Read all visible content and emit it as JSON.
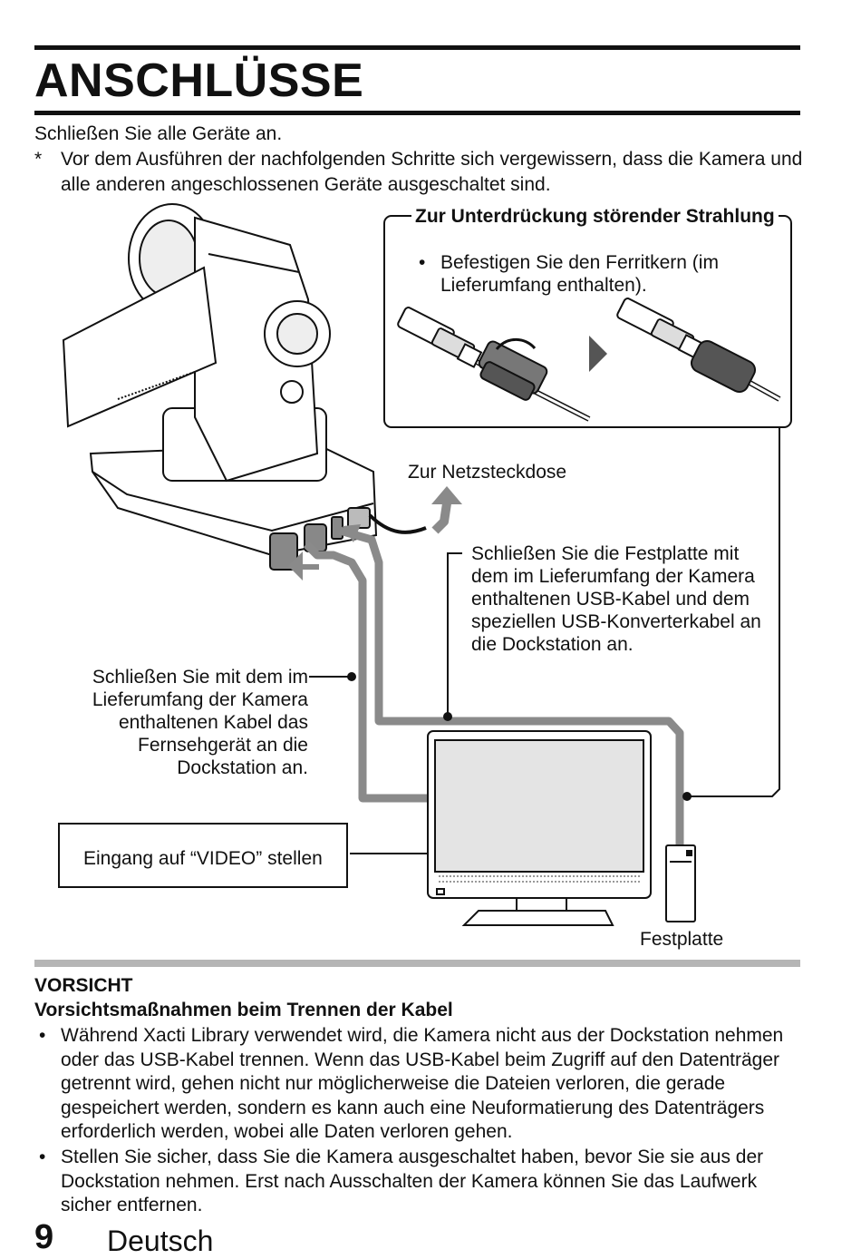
{
  "page": {
    "title": "ANSCHLÜSSE",
    "intro": "Schließen Sie alle Geräte an.",
    "note_marker": "*",
    "note": "Vor dem Ausführen der nachfolgenden Schritte sich vergewissern, dass die Kamera und alle anderen angeschlossenen Geräte ausgeschaltet sind."
  },
  "diagram": {
    "ferrite_box_title": "Zur Unterdrückung störender Strahlung",
    "ferrite_item": "Befestigen Sie den Ferritkern (im Lieferumfang enthalten).",
    "power_label": "Zur Netzsteckdose",
    "hdd_instruction": "Schließen Sie die Festplatte mit dem im Lieferumfang der Kamera enthaltenen USB-Kabel und dem speziellen USB-Konverterkabel an die Dockstation an.",
    "tv_instruction": "Schließen Sie mit dem im Lieferumfang der Kamera enthaltenen Kabel das Fernsehgerät an die Dockstation an.",
    "video_input": "Eingang auf “VIDEO” stellen",
    "hdd_label": "Festplatte"
  },
  "caution": {
    "heading": "VORSICHT",
    "subheading": "Vorsichtsmaßnahmen beim Trennen der Kabel",
    "bullets": [
      "Während Xacti Library verwendet wird, die Kamera nicht aus der Dockstation nehmen oder das USB-Kabel trennen. Wenn das USB-Kabel beim Zugriff auf den Datenträger getrennt wird, gehen nicht nur möglicherweise die Dateien verloren, die gerade gespeichert werden, sondern es kann auch eine Neuformatierung des Datenträgers erforderlich werden, wobei alle Daten verloren gehen.",
      "Stellen Sie sicher, dass Sie die Kamera ausgeschaltet haben, bevor Sie sie aus der Dockstation nehmen. Erst nach Ausschalten der Kamera können Sie das Laufwerk sicher entfernen."
    ]
  },
  "footer": {
    "page_number": "9",
    "language": "Deutsch"
  },
  "icons": {
    "bullet": "•"
  },
  "colors": {
    "cable_gray": "#8a8a8a",
    "rule_gray": "#b5b5b5",
    "text": "#111111"
  }
}
